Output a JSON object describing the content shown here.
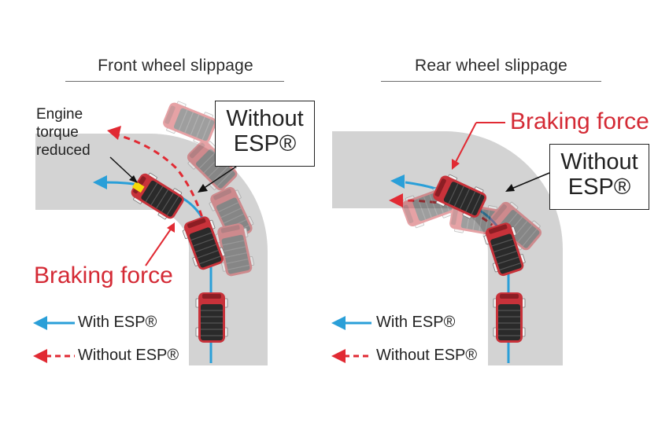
{
  "panels": [
    {
      "title": "Front wheel slippage",
      "box_label_line1": "Without",
      "box_label_line2": "ESP®",
      "braking_label": "Braking force",
      "engine_label_line1": "Engine",
      "engine_label_line2": "torque",
      "engine_label_line3": "reduced",
      "legend_with": "With ESP®",
      "legend_without": "Without ESP®"
    },
    {
      "title": "Rear wheel slippage",
      "box_label_line1": "Without",
      "box_label_line2": "ESP®",
      "braking_label": "Braking force",
      "legend_with": "With ESP®",
      "legend_without": "Without ESP®"
    }
  ],
  "colors": {
    "road": "#d3d3d3",
    "car_red": "#c8323a",
    "car_dark": "#2a2a2a",
    "arrow_blue": "#2a9fd8",
    "arrow_red": "#e12a33",
    "label_red": "#d42a35",
    "highlight_yellow": "#f5d90a"
  }
}
